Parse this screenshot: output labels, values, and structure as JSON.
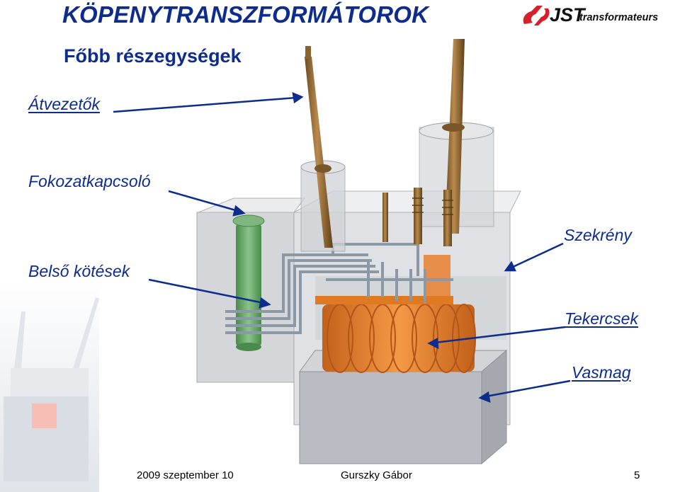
{
  "slide": {
    "title": "KÖPENYTRANSZFORMÁTOROK",
    "subtitle": "Főbb részegységek",
    "logo": {
      "text_mark": "JST",
      "text_word": "transformateurs"
    },
    "colors": {
      "title": "#0d2c8c",
      "logo_red": "#d8202a",
      "logo_black": "#111111",
      "coil": "#e07a22",
      "core": "#b9bcc2",
      "switch": "#5f9e5f"
    },
    "labels": {
      "bushings": "Átvezetők",
      "tap_changer": "Fokozatkapcsoló",
      "internal_connections": "Belső kötések",
      "tank": "Szekrény",
      "windings": "Tekercsek",
      "core": "Vasmag"
    },
    "footer": {
      "date": "2009 szeptember 10",
      "author": "Gurszky Gábor",
      "page": "5"
    }
  }
}
